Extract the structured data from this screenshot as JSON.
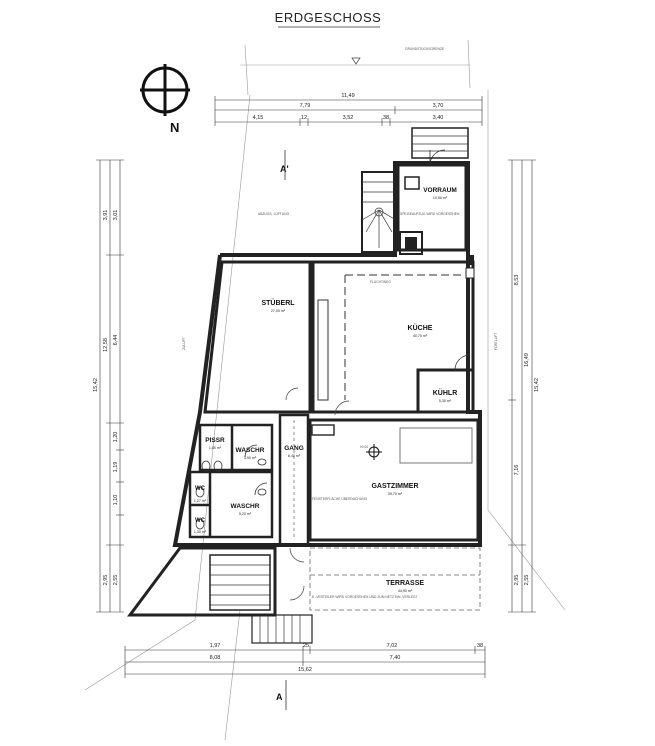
{
  "title": "ERDGESCHOSS",
  "compass_label": "N",
  "top_note": "GRUNDSTÜCKSGRENZE",
  "section_markers": [
    "A'",
    "A"
  ],
  "rooms": [
    {
      "key": "vorraum",
      "name": "VORRAUM",
      "area": "10,50 m²"
    },
    {
      "key": "stueberl",
      "name": "STÜBERL",
      "area": "27,00 m²"
    },
    {
      "key": "kueche",
      "name": "KÜCHE",
      "area": "40,70 m²"
    },
    {
      "key": "kuehlr",
      "name": "KÜHLR",
      "area": "5,30 m²"
    },
    {
      "key": "pissr",
      "name": "PISSR",
      "area": "1,80 m²"
    },
    {
      "key": "waschr1",
      "name": "WASCHR",
      "area": "3,90 m²"
    },
    {
      "key": "gang",
      "name": "GANG",
      "area": "6,40 m²"
    },
    {
      "key": "gastzimmer",
      "name": "GASTZIMMER",
      "area": "39,70 m²"
    },
    {
      "key": "wc1",
      "name": "WC",
      "area": "1,27 m²"
    },
    {
      "key": "waschr2",
      "name": "WASCHR",
      "area": "5,20 m²"
    },
    {
      "key": "wc2",
      "name": "WC",
      "area": "1,30 m²"
    },
    {
      "key": "terrasse",
      "name": "TERRASSE",
      "area": "44,90 m²"
    }
  ],
  "dims_top": {
    "row1": [
      "11,49"
    ],
    "row2": [
      "7,79",
      "3,70"
    ],
    "row3": [
      "4,15",
      "12",
      "3,52",
      "38",
      "3,40"
    ]
  },
  "dims_bottom": {
    "row1": [
      "1,97",
      "25",
      "7,02",
      "38"
    ],
    "row2": [
      "8,08",
      "7,40"
    ],
    "row3": [
      "15,62"
    ]
  },
  "dims_left": [
    "15,42",
    "12,58",
    "6,44",
    "3,01",
    "3,91",
    "1,20",
    "1,19",
    "1,10",
    "2,95",
    "2,55"
  ],
  "dims_right": [
    "15,42",
    "16,49",
    "8,53",
    "7,16",
    "2,95",
    "2,55"
  ],
  "notes": {
    "abzug": "ABZUGS- LÜFTUNG",
    "flucht": "FLUCHTWEG",
    "speise": "SPEISEAUFZUG WIRD VORGESEHEN",
    "zuluft": "ZULUFT",
    "fortluft": "FORTLUFT",
    "terrasse_note": "E.-VERTEILER WIRD VORGESEHEN UND ZUM NETZ EIN. VERLEGT",
    "level": "±0,00",
    "fenster": "FENSTERFLÄCHE ÜBERDACHUNG"
  }
}
